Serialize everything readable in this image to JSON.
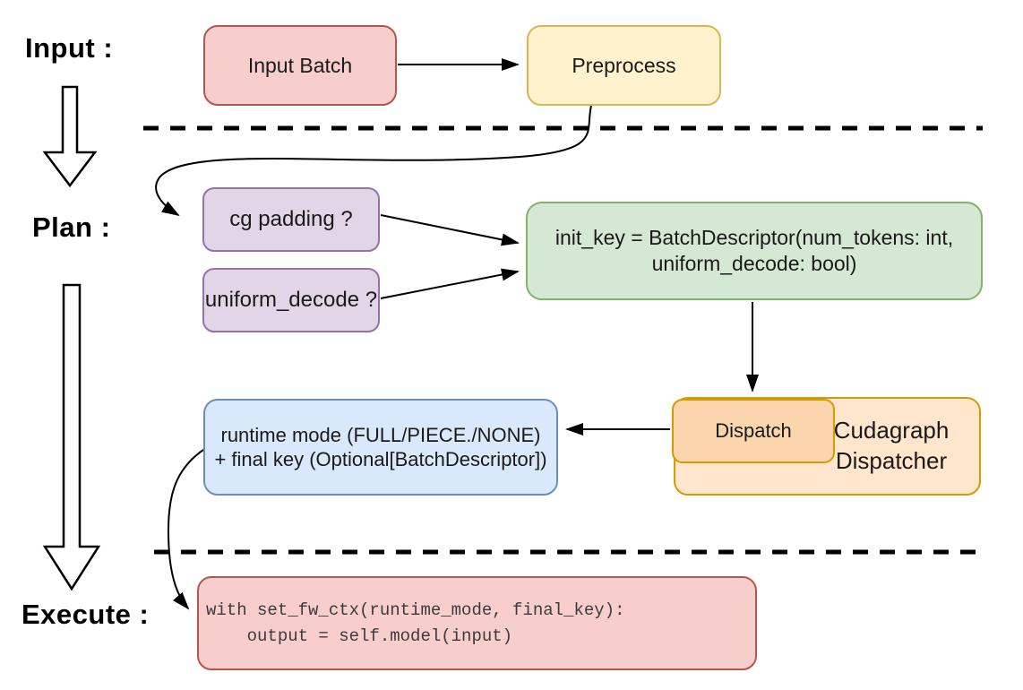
{
  "palette": {
    "red_fill": "#f8cecc",
    "red_stroke": "#b85450",
    "yellow_fill": "#fff2cc",
    "yellow_stroke": "#d6b656",
    "purple_fill": "#e1d5e7",
    "purple_stroke": "#9673a6",
    "green_fill": "#d5e8d4",
    "green_stroke": "#82b366",
    "blue_fill": "#dae8fc",
    "blue_stroke": "#6c8ebf",
    "orange_fill": "#ffe6cc",
    "orange_inner_fill": "#fbd5ad",
    "orange_stroke": "#d79b00",
    "connector_color": "#000000"
  },
  "stages": {
    "input": "Input :",
    "plan": "Plan :",
    "execute": "Execute :"
  },
  "nodes": {
    "input_batch": {
      "label": "Input Batch"
    },
    "preprocess": {
      "label": "Preprocess"
    },
    "cg_padding": {
      "label": "cg padding ?"
    },
    "uniform_decode": {
      "label": "uniform_decode ?"
    },
    "init_key": {
      "line1": "init_key = BatchDescriptor(num_tokens: int,",
      "line2": "uniform_decode: bool)"
    },
    "runtime_mode": {
      "line1": "runtime mode (FULL/PIECE./NONE)",
      "line2": "+ final key (Optional[BatchDescriptor])"
    },
    "dispatch": {
      "label": "Dispatch"
    },
    "cudagraph_dispatcher": {
      "line1": "Cudagraph",
      "line2": "Dispatcher"
    },
    "execute_code": {
      "line1": "with set_fw_ctx(runtime_mode, final_key):",
      "line2": "    output = self.model(input)"
    }
  }
}
